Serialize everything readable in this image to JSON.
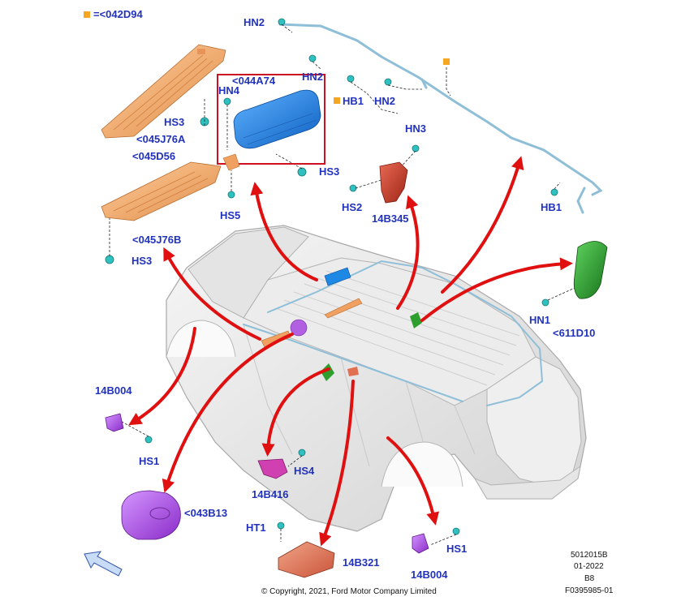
{
  "legend": {
    "equals": "=<042D94",
    "marker_color": "#f5a623"
  },
  "colors": {
    "label": "#2233bb",
    "arrow": "#e01010",
    "highlight_box": "#cc1122",
    "airbag_blue": "#1e88e5",
    "bracket_orange": "#f0a060",
    "module_red": "#c0392b",
    "sensor_green": "#2e9e2e",
    "sensor_purple": "#a040d0",
    "sensor_magenta": "#d040b0",
    "module_salmon": "#e07050",
    "wire_cyan": "#8fbfd8",
    "fastener_teal": "#30c0c0"
  },
  "labels": {
    "hn2_top": "HN2",
    "hn2_mid": "HN2",
    "hn2_right": "HN2",
    "c044a74": "<044A74",
    "hn4": "HN4",
    "hb1_top": "HB1",
    "hs3_upper": "HS3",
    "c045j76a": "<045J76A",
    "c045d56": "<045D56",
    "hs3_box": "HS3",
    "hn3": "HN3",
    "hs2": "HS2",
    "c14b345": "14B345",
    "hs5": "HS5",
    "hb1_right": "HB1",
    "c045j76b": "<045J76B",
    "hs3_lower": "HS3",
    "hn1": "HN1",
    "c611d10": "<611D10",
    "c14b004_left": "14B004",
    "hs1_left": "HS1",
    "hs4": "HS4",
    "c14b416": "14B416",
    "c043b13": "<043B13",
    "ht1": "HT1",
    "c14b321": "14B321",
    "hs1_right": "HS1",
    "c14b004_right": "14B004"
  },
  "meta": {
    "code": "5012015B",
    "date": "01-2022",
    "rev": "B8",
    "figure_id": "F0395985-01",
    "copyright": "© Copyright, 2021, Ford Motor Company Limited"
  }
}
